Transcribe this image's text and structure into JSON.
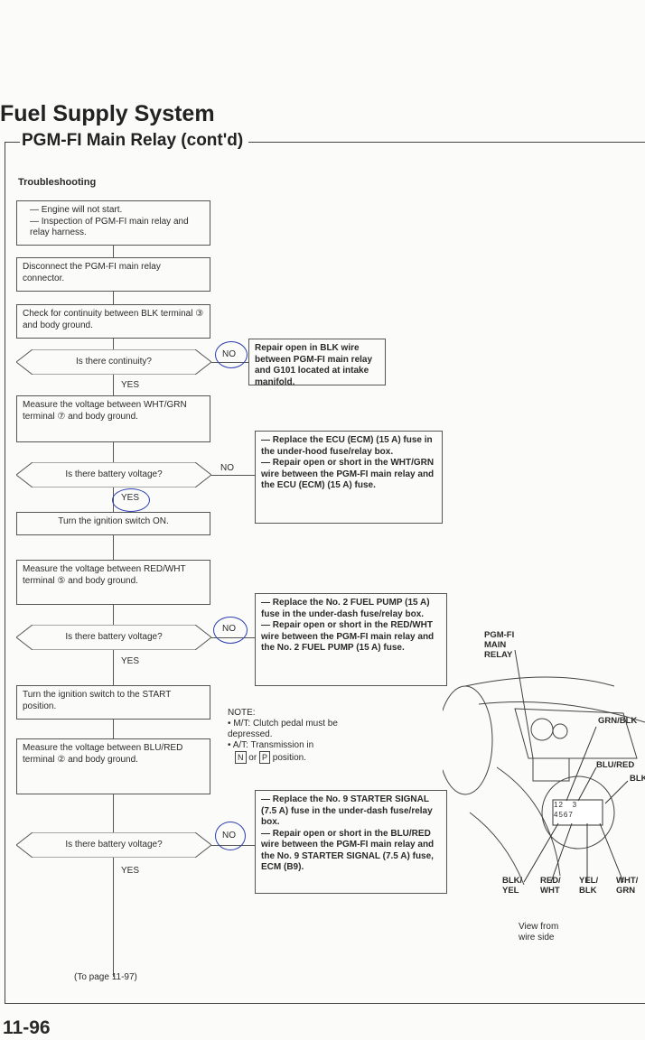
{
  "header": {
    "section_title": "Fuel Supply System",
    "subtitle": "PGM-FI Main Relay (cont'd)"
  },
  "troubleshooting": {
    "heading": "Troubleshooting",
    "steps": [
      "— Engine will not start.\n— Inspection of PGM-FI main relay and relay harness.",
      "Disconnect the PGM-FI main relay connector.",
      "Check for continuity between BLK terminal ③ and body ground.",
      "Measure the voltage between WHT/GRN terminal ⑦ and body ground.",
      "Turn the ignition switch ON.",
      "Measure the voltage between RED/WHT terminal ⑤ and body ground.",
      "Turn the ignition switch to the START position.",
      "Measure the voltage between BLU/RED terminal ② and body ground."
    ],
    "questions": [
      "Is there continuity?",
      "Is there battery voltage?",
      "Is there battery voltage?",
      "Is there battery voltage?"
    ],
    "yes": "YES",
    "no": "NO",
    "remedies": [
      "Repair open in BLK wire between PGM-FI main relay and G101 located at intake manifold.",
      "— Replace the ECU (ECM) (15 A) fuse in the under-hood fuse/relay box.\n— Repair open or short in the WHT/GRN wire between the PGM-FI main relay and the ECU (ECM) (15 A) fuse.",
      "— Replace the No. 2 FUEL PUMP (15 A) fuse in the under-dash fuse/relay box.\n— Repair open or short in the RED/WHT wire between the PGM-FI main relay and the No. 2 FUEL PUMP (15 A) fuse.",
      "— Replace the No. 9 STARTER SIGNAL (7.5 A) fuse in the under-dash fuse/relay box.\n— Repair open or short in the BLU/RED wire between the PGM-FI main relay and the No. 9 STARTER SIGNAL (7.5 A) fuse, ECM (B9)."
    ],
    "note": {
      "title": "NOTE:",
      "mt": "• M/T: Clutch pedal must be depressed.",
      "at_prefix": "• A/T: Transmission in",
      "n": "N",
      "or": "or",
      "p": "P",
      "at_suffix": "position."
    },
    "continuation": "(To page 11-97)"
  },
  "diagram": {
    "relay_label": "PGM-FI\nMAIN\nRELAY",
    "wires": {
      "grn_blk": "GRN/BLK",
      "blu_red": "BLU/RED",
      "blk": "BLK",
      "blk_yel": "BLK/\nYEL",
      "red_wht": "RED/\nWHT",
      "yel_blk": "YEL/\nBLK",
      "wht_grn": "WHT/\nGRN"
    },
    "terminals": [
      "1",
      "2",
      "3",
      "4",
      "5",
      "6",
      "7"
    ],
    "view_caption": "View from\nwire side"
  },
  "footer": {
    "page_number": "11-96"
  }
}
